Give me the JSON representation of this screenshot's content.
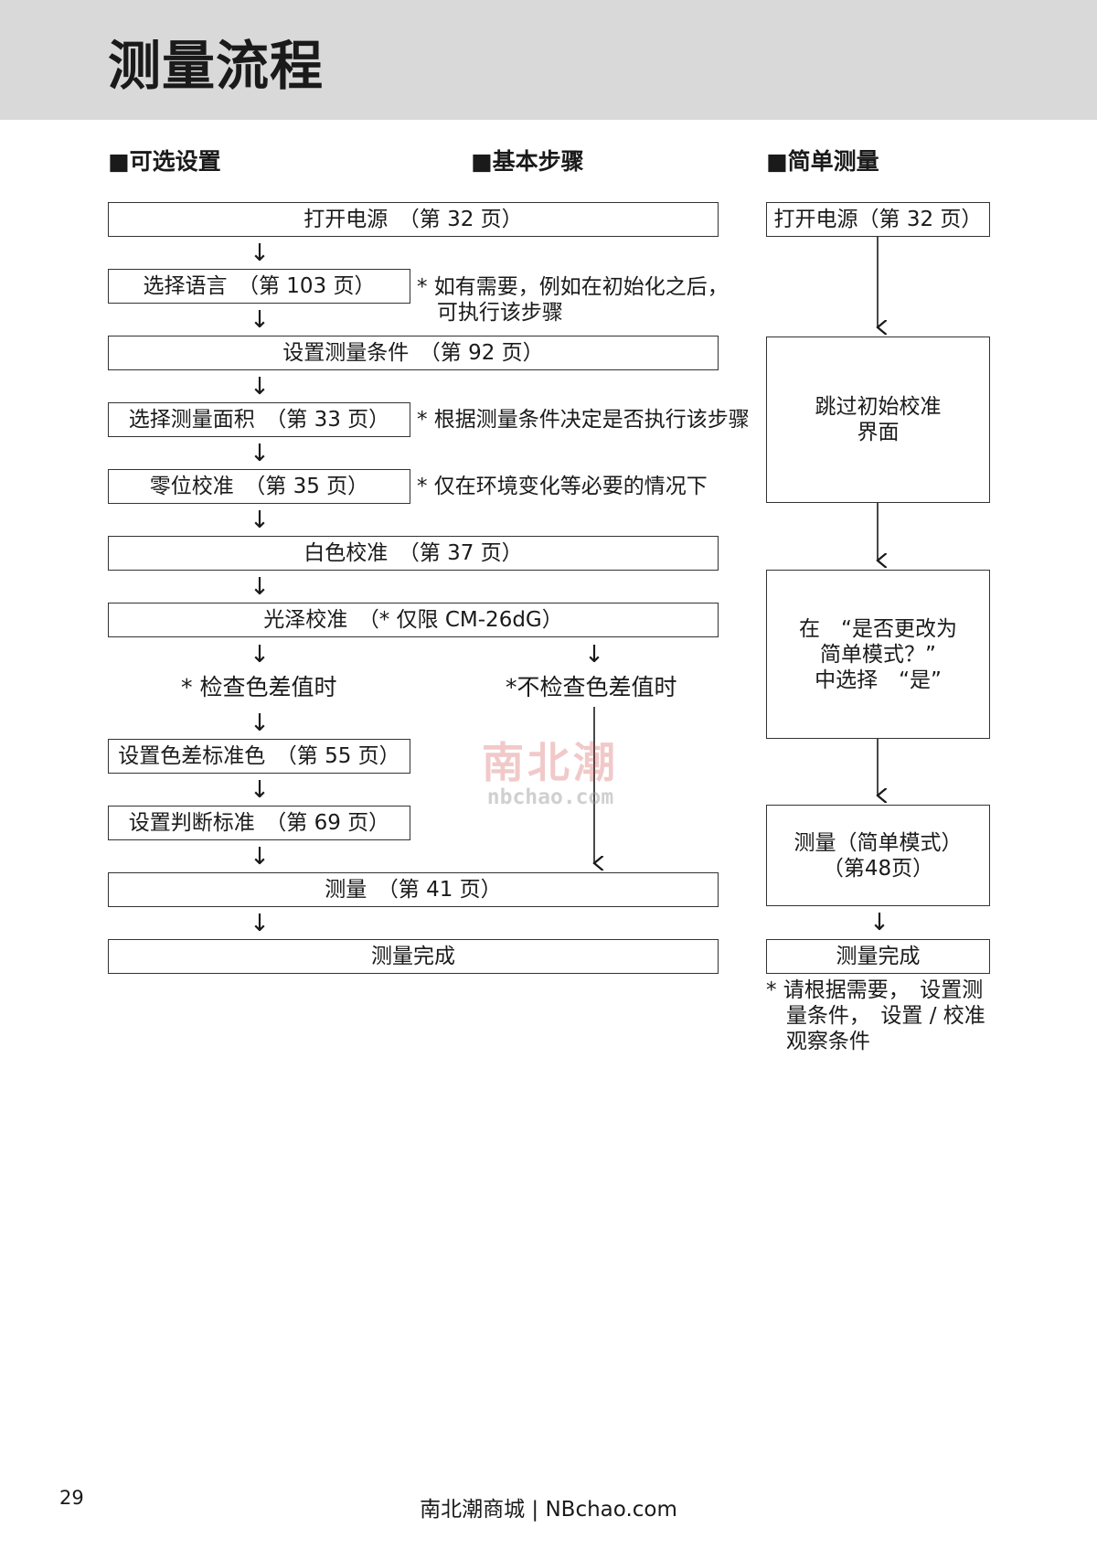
{
  "page": {
    "title": "测量流程",
    "page_number": "29",
    "footer": "南北潮商城 | NBchao.com",
    "watermark": {
      "cn": "南北潮",
      "en": "nbchao.com"
    }
  },
  "sections": {
    "optional": "■可选设置",
    "basic": "■基本步骤",
    "simple": "■简单测量"
  },
  "basic_flow": {
    "power_on": "打开电源　（第 32 页）",
    "select_language": "选择语言　（第 103 页）",
    "set_conditions": "设置测量条件　（第 92 页）",
    "select_area": "选择测量面积　（第 33 页）",
    "zero_calibration": "零位校准　（第 35 页）",
    "white_calibration": "白色校准　（第 37 页）",
    "gloss_calibration": "光泽校准　（* 仅限 CM-26dG）",
    "branch_check": "* 检查色差值时",
    "branch_no_check": "*不检查色差值时",
    "set_target": "设置色差标准色　（第 55 页）",
    "set_tolerance": "设置判断标准　（第 69 页）",
    "measure": "测量　（第 41 页）",
    "complete": "测量完成"
  },
  "notes": {
    "language": "* 如有需要，例如在初始化之后，\n   可执行该步骤",
    "area": "* 根据测量条件决定是否执行该步骤",
    "zero": "* 仅在环境变化等必要的情况下"
  },
  "simple_flow": {
    "power_on": "打开电源（第 32 页）",
    "skip_calibration": "跳过初始校准\n界面",
    "select_yes": "在　“是否更改为\n简单模式？”\n中选择　“是”",
    "measure_simple": "测量（简单模式）\n（第48页）",
    "complete": "测量完成",
    "note": "* 请根据需要，　设置测\n   量条件，　设置 / 校准\n   观察条件"
  },
  "icons": {
    "arrow": "down-arrow-icon",
    "arrow_glyph": "↓"
  }
}
